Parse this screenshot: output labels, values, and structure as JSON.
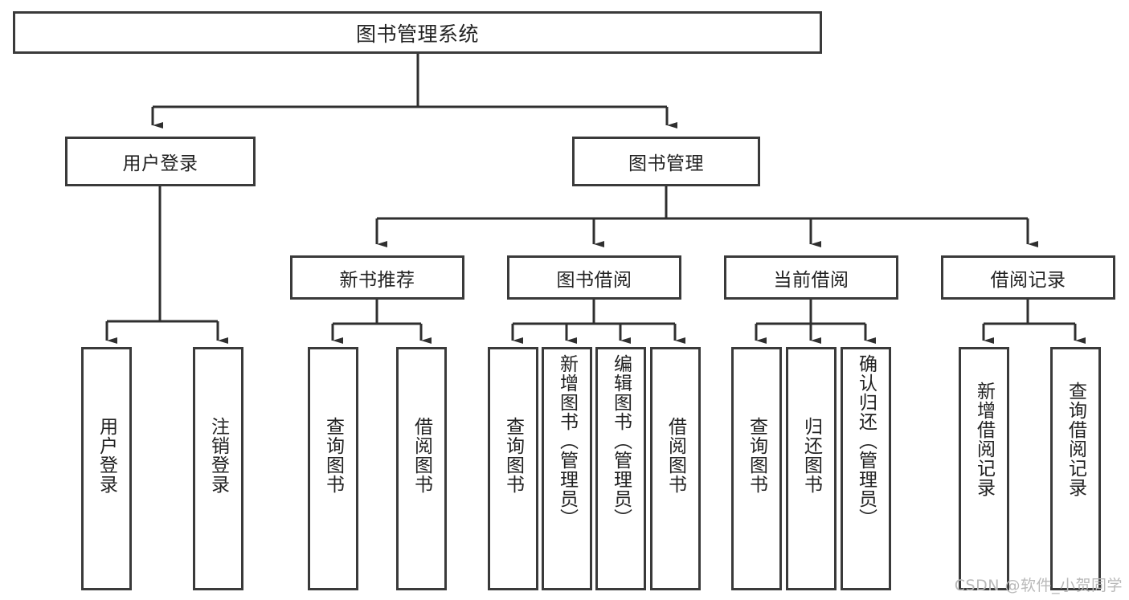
{
  "diagram": {
    "type": "tree-hierarchy",
    "title": "图书管理系统",
    "root": {
      "id": "root",
      "label": "图书管理系统",
      "level": 0
    },
    "level1": [
      {
        "id": "user-login",
        "label": "用户登录"
      },
      {
        "id": "book-management",
        "label": "图书管理"
      }
    ],
    "level2": [
      {
        "id": "new-book-recommend",
        "label": "新书推荐",
        "parent": "book-management"
      },
      {
        "id": "book-borrow",
        "label": "图书借阅",
        "parent": "book-management"
      },
      {
        "id": "current-borrow",
        "label": "当前借阅",
        "parent": "book-management"
      },
      {
        "id": "borrow-record",
        "label": "借阅记录",
        "parent": "book-management"
      }
    ],
    "leaves": [
      {
        "id": "leaf-user-login",
        "label": "用户登录",
        "parent": "user-login"
      },
      {
        "id": "leaf-logout-login",
        "label": "注销登录",
        "parent": "user-login"
      },
      {
        "id": "leaf-query-book-1",
        "label": "查询图书",
        "parent": "new-book-recommend"
      },
      {
        "id": "leaf-borrow-book-1",
        "label": "借阅图书",
        "parent": "new-book-recommend"
      },
      {
        "id": "leaf-query-book-2",
        "label": "查询图书",
        "parent": "book-borrow"
      },
      {
        "id": "leaf-add-book",
        "label": "新增图书（管理员）",
        "parent": "book-borrow"
      },
      {
        "id": "leaf-edit-book",
        "label": "编辑图书（管理员）",
        "parent": "book-borrow"
      },
      {
        "id": "leaf-borrow-book-2",
        "label": "借阅图书",
        "parent": "book-borrow"
      },
      {
        "id": "leaf-query-book-3",
        "label": "查询图书",
        "parent": "current-borrow"
      },
      {
        "id": "leaf-return-book",
        "label": "归还图书",
        "parent": "current-borrow"
      },
      {
        "id": "leaf-confirm-return",
        "label": "确认归还（管理员）",
        "parent": "current-borrow"
      },
      {
        "id": "leaf-add-record",
        "label": "新增借阅记录",
        "parent": "borrow-record"
      },
      {
        "id": "leaf-query-record",
        "label": "查询借阅记录",
        "parent": "borrow-record"
      }
    ],
    "colors": {
      "box_border": "#3a3a3a",
      "box_fill": "#ffffff",
      "edge": "#2f2f2f",
      "text": "#222222",
      "watermark": "#b9b9b9",
      "background": "#ffffff"
    }
  },
  "watermark": {
    "text": "CSDN @软件_小贺同学"
  }
}
